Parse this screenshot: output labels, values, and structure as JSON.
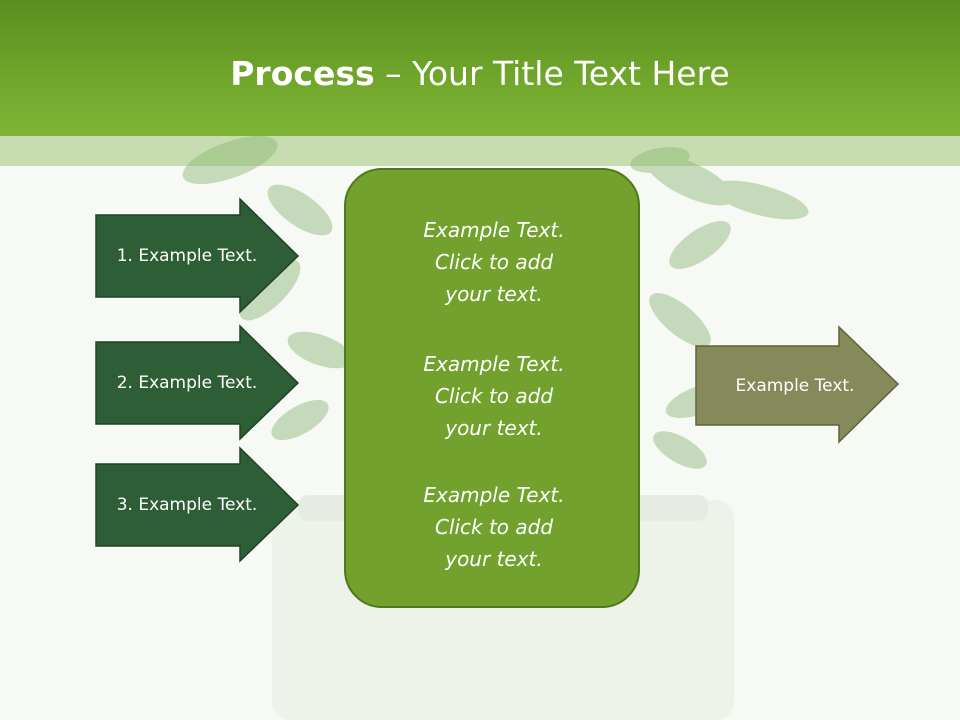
{
  "header": {
    "title_bold": "Process",
    "title_rest": " – Your Title Text Here"
  },
  "left_arrows": [
    {
      "label": "1. Example Text."
    },
    {
      "label": "2. Example Text."
    },
    {
      "label": "3. Example Text."
    }
  ],
  "center_box": {
    "blocks": [
      {
        "line1": "Example Text.",
        "line2": "Click  to add",
        "line3": "your text."
      },
      {
        "line1": "Example Text.",
        "line2": "Click  to add",
        "line3": "your text."
      },
      {
        "line1": "Example Text.",
        "line2": "Click  to add",
        "line3": "your text."
      }
    ]
  },
  "right_arrow": {
    "label": "Example Text."
  },
  "colors": {
    "header_green": "#6fa52a",
    "left_arrow_fill": "#2e5e35",
    "center_box_fill": "#72a22d",
    "right_arrow_fill": "#868a5a"
  }
}
